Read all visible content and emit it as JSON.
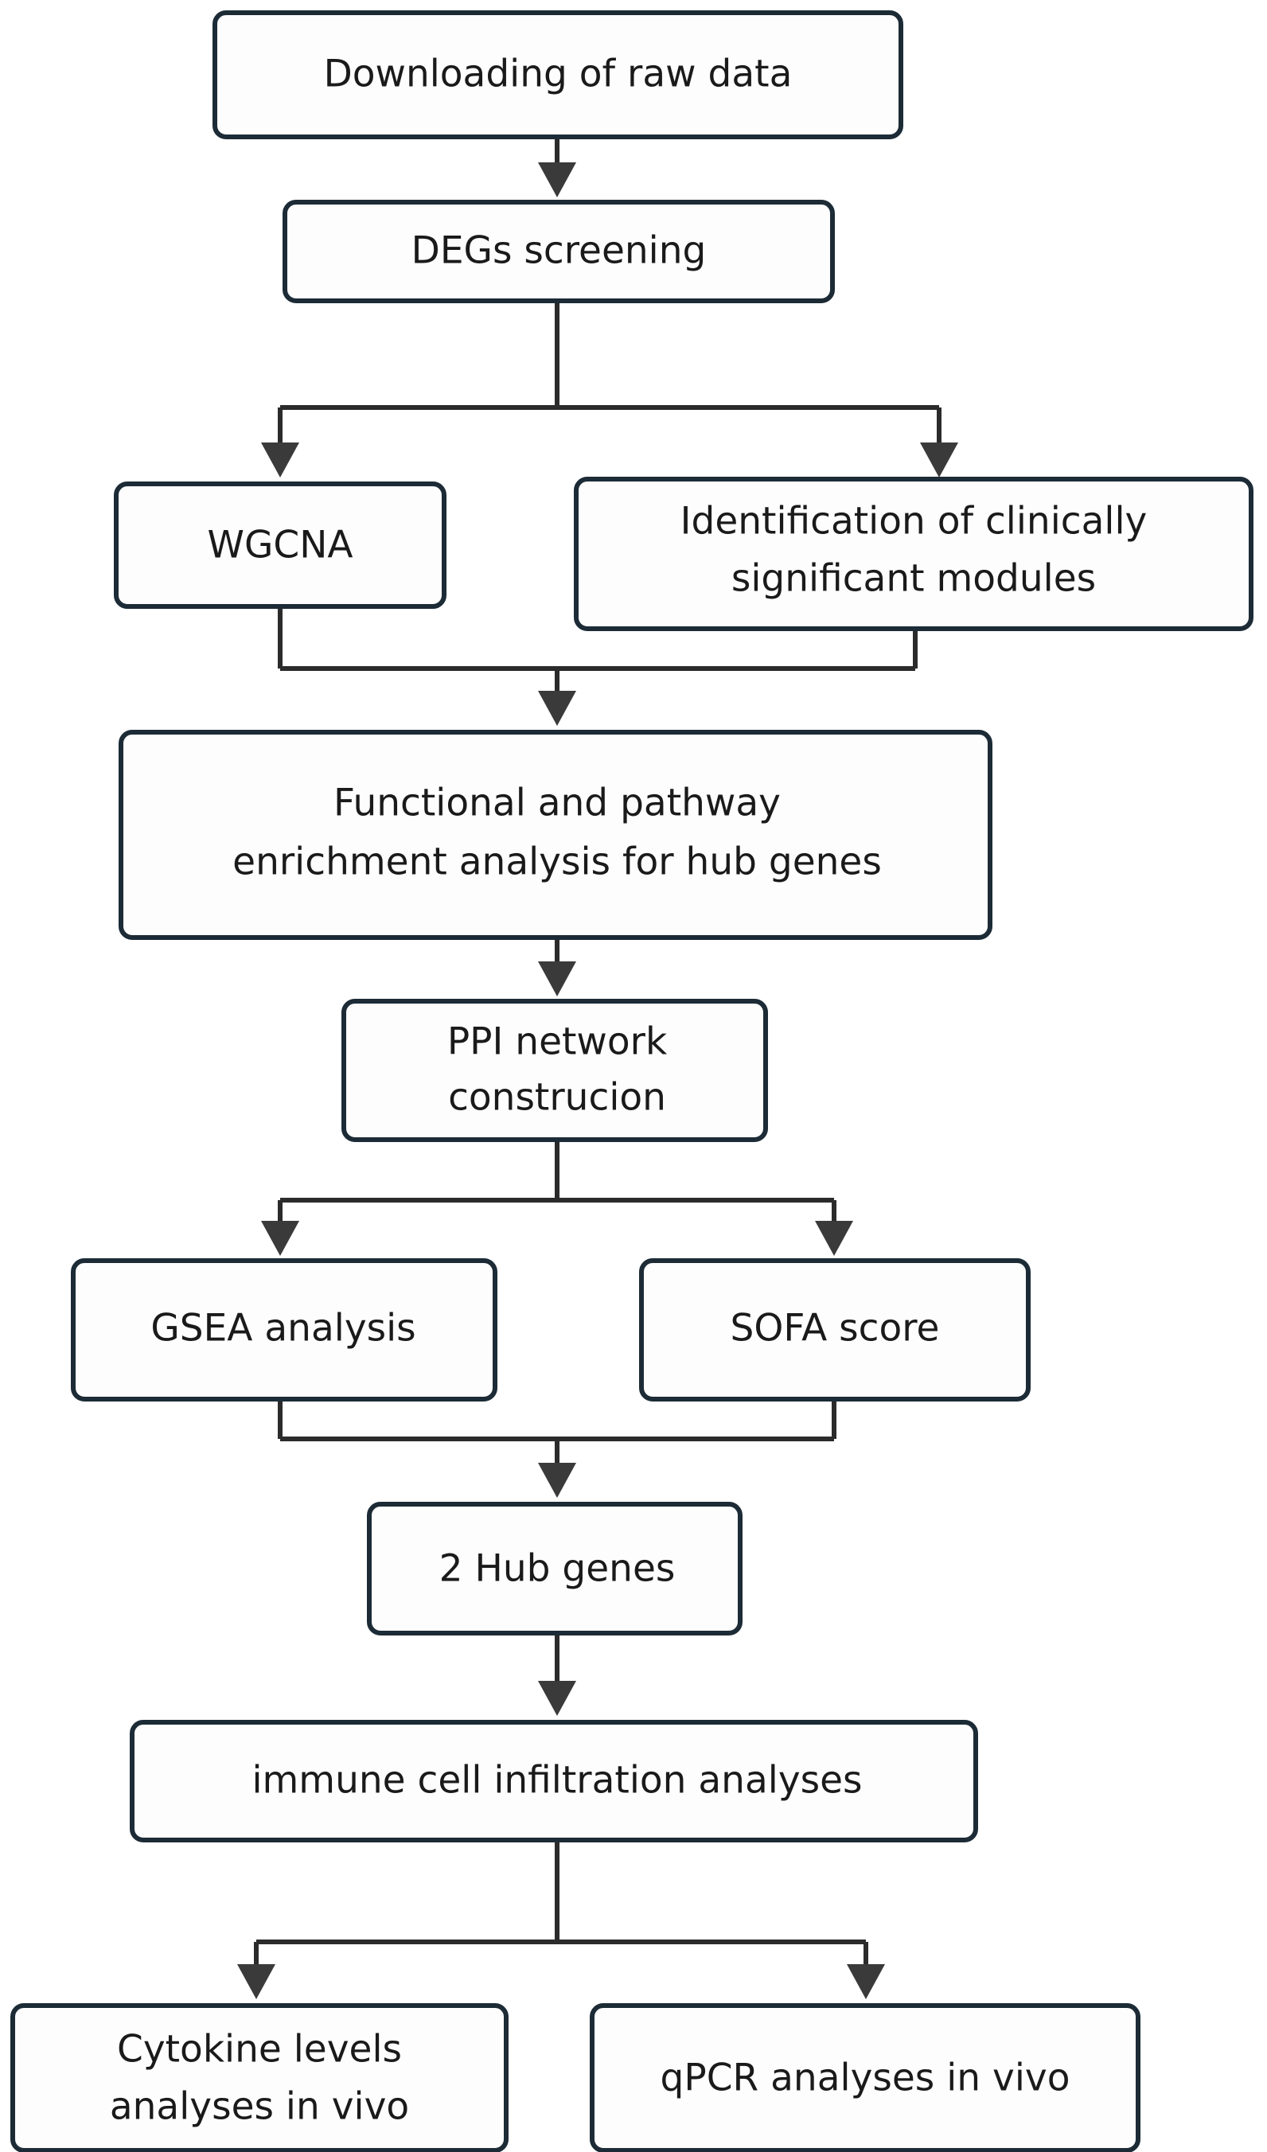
{
  "diagram": {
    "title": "Study workflow flowchart",
    "background_color": "#ffffff",
    "box_fill": "#fdfdfd",
    "box_stroke": "#1c2b36",
    "line_color": "#2b2b2b",
    "text_color": "#1a1a1a"
  },
  "nodes": [
    {
      "id": "downloading-raw-data",
      "lines": [
        "Downloading of raw data"
      ],
      "line1": "Downloading of raw data",
      "line2": ""
    },
    {
      "id": "degs-screening",
      "lines": [
        "DEGs screening"
      ],
      "line1": "DEGs screening",
      "line2": ""
    },
    {
      "id": "wgcna",
      "lines": [
        "WGCNA"
      ],
      "line1": "WGCNA",
      "line2": ""
    },
    {
      "id": "identification-modules",
      "lines": [
        "Identification of clinically",
        "significant modules"
      ],
      "line1": "Identification of clinically",
      "line2": "significant modules"
    },
    {
      "id": "functional-enrichment",
      "lines": [
        "Functional and pathway",
        "enrichment analysis for hub genes"
      ],
      "line1": "Functional and pathway",
      "line2": "enrichment analysis for hub genes"
    },
    {
      "id": "ppi-network",
      "lines": [
        "PPI network",
        "construcion"
      ],
      "line1": "PPI network",
      "line2": "construcion"
    },
    {
      "id": "gsea-analysis",
      "lines": [
        "GSEA analysis"
      ],
      "line1": "GSEA analysis",
      "line2": ""
    },
    {
      "id": "sofa-score",
      "lines": [
        "SOFA score"
      ],
      "line1": "SOFA score",
      "line2": ""
    },
    {
      "id": "hub-genes",
      "lines": [
        "2 Hub genes"
      ],
      "line1": "2 Hub genes",
      "line2": ""
    },
    {
      "id": "immune-cell-infiltration",
      "lines": [
        "immune cell infiltration analyses"
      ],
      "line1": "immune cell infiltration analyses",
      "line2": ""
    },
    {
      "id": "cytokine-levels",
      "lines": [
        "Cytokine levels",
        "analyses in vivo"
      ],
      "line1": "Cytokine levels",
      "line2": "analyses in vivo"
    },
    {
      "id": "qpcr-analyses",
      "lines": [
        "qPCR analyses in vivo"
      ],
      "line1": "qPCR analyses in vivo",
      "line2": ""
    }
  ],
  "edges": [
    {
      "from": "downloading-raw-data",
      "to": "degs-screening"
    },
    {
      "from": "degs-screening",
      "to": "wgcna"
    },
    {
      "from": "degs-screening",
      "to": "identification-modules"
    },
    {
      "from": "wgcna",
      "to": "functional-enrichment"
    },
    {
      "from": "identification-modules",
      "to": "functional-enrichment"
    },
    {
      "from": "functional-enrichment",
      "to": "ppi-network"
    },
    {
      "from": "ppi-network",
      "to": "gsea-analysis"
    },
    {
      "from": "ppi-network",
      "to": "sofa-score"
    },
    {
      "from": "gsea-analysis",
      "to": "hub-genes"
    },
    {
      "from": "sofa-score",
      "to": "hub-genes"
    },
    {
      "from": "hub-genes",
      "to": "immune-cell-infiltration"
    },
    {
      "from": "immune-cell-infiltration",
      "to": "cytokine-levels"
    },
    {
      "from": "immune-cell-infiltration",
      "to": "qpcr-analyses"
    }
  ]
}
